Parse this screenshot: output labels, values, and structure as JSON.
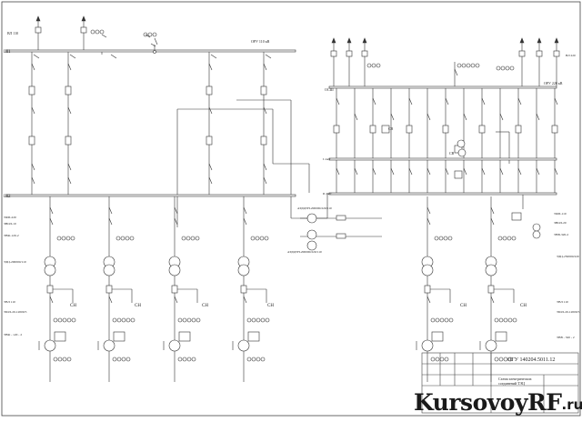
{
  "title_block": {
    "designation": "ОГУ 140204.5011.12",
    "sheet_title_line1": "Схема электрических",
    "sheet_title_line2": "соединений ТЭЦ"
  },
  "watermark": {
    "left": "KursovoyRF",
    "right": ".ru"
  },
  "labels": {
    "bus_w1": "Ш1",
    "bus_w2": "Ш2",
    "line_110": "ВЛ 110",
    "line_220": "ВЛ 220",
    "orp_left": "ОРУ 110 кВ",
    "orp_right": "ОРУ 220 кВ",
    "osh": "ОСШ",
    "sb": "СВ",
    "sb2": "СВ",
    "sys1": "I сист",
    "sys2": "II сист",
    "atdcn1": "АТДЦТН-200000/220/110",
    "atdcn2": "АТДЦТН-200000/220/110",
    "tdc_left": "ТДЦ-200000/110",
    "tdc_right": "ТДЦ-250000/220",
    "tv_left": "ТВФ-120-2",
    "tv_right": "ТВВ-320-2",
    "ch": "СН",
    "tg_left": "ТФП-220",
    "tg_right": "ТФП-110",
    "gen_left": "ТВФ - 120 - 2",
    "gen_right": "ТВВ - 320 - 2",
    "qf_left": "ЗНОЛ-10",
    "qf_right": "ЗНОЛ-20",
    "tpl_left": "ТШЛ-20-12000/5",
    "tpl_right": "ТШЛ-20-12000/5",
    "tv_small_left": "ТВЛ 110",
    "tv_small_right": "ТВЛ 110"
  }
}
